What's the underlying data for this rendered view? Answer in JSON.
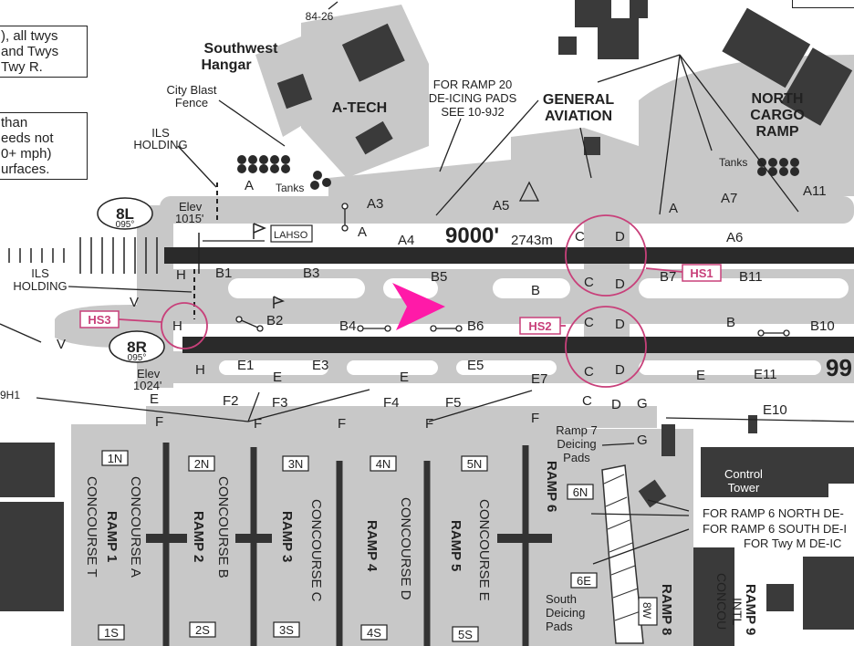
{
  "notes": {
    "note1": [
      "), all twys",
      "and Twys",
      "Twy R."
    ],
    "note2": [
      "than",
      "eeds not",
      "0+ mph)",
      "urfaces."
    ]
  },
  "runways": {
    "r8l_label": "8L",
    "r8l_heading": "095°",
    "r8l_elev_label": "Elev",
    "r8l_elev": "1015'",
    "r8r_label": "8R",
    "r8r_heading": "095°",
    "r8r_elev_label": "Elev",
    "r8r_elev": "1024'",
    "length_ft": "9000'",
    "length_m": "2743m",
    "right_edge": "99",
    "lahso": "LAHSO"
  },
  "hotspots": [
    "HS1",
    "HS2",
    "HS3"
  ],
  "areas": {
    "southwest_hangar": [
      "Southwest",
      "Hangar"
    ],
    "city_blast_fence": [
      "City Blast",
      "Fence"
    ],
    "atech": "A-TECH",
    "ramp20_note": [
      "FOR RAMP 20",
      "DE-ICING PADS",
      "SEE 10-9J2"
    ],
    "general_aviation": [
      "GENERAL",
      "AVIATION"
    ],
    "north_cargo": [
      "NORTH",
      "CARGO",
      "RAMP"
    ],
    "tanks": "Tanks",
    "ils_holding": [
      "ILS",
      "HOLDING"
    ],
    "ref_8426": "84-26",
    "ref_9h1": "9H1",
    "ramp7_deicing": [
      "Ramp 7",
      "Deicing",
      "Pads"
    ],
    "control_tower": [
      "Control",
      "Tower"
    ],
    "ramp6_notes": [
      "FOR RAMP 6 NORTH DE-",
      "FOR RAMP 6 SOUTH DE-I",
      "FOR Twy M DE-IC"
    ],
    "south_deicing": [
      "South",
      "Deicing",
      "Pads"
    ],
    "ramp8": "RAMP 8",
    "ramp9": "RAMP 9",
    "intl": "INTL",
    "concou": "CONCOU"
  },
  "taxiways": [
    "A",
    "A3",
    "A4",
    "A5",
    "A6",
    "A7",
    "A11",
    "B",
    "B1",
    "B2",
    "B3",
    "B4",
    "B5",
    "B6",
    "B7",
    "B10",
    "B11",
    "C",
    "D",
    "E",
    "E1",
    "E3",
    "E5",
    "E7",
    "E10",
    "E11",
    "F",
    "F2",
    "F3",
    "F4",
    "F5",
    "G",
    "H",
    "V"
  ],
  "ramps": [
    {
      "name": "RAMP 1",
      "concourse_left": "CONCOURSE T",
      "concourse_right": "CONCOURSE A",
      "north": "1N",
      "south": "1S"
    },
    {
      "name": "RAMP 2",
      "concourse_right": "CONCOURSE B",
      "north": "2N",
      "south": "2S"
    },
    {
      "name": "RAMP 3",
      "concourse_right": "CONCOURSE C",
      "north": "3N",
      "south": "3S"
    },
    {
      "name": "RAMP 4",
      "concourse_right": "CONCOURSE D",
      "north": "4N",
      "south": "4S"
    },
    {
      "name": "RAMP 5",
      "concourse_right": "CONCOURSE E",
      "north": "5N",
      "south": "5S"
    },
    {
      "name": "RAMP 6",
      "north": "6N",
      "east": "6E"
    },
    {
      "name": "RAMP 8",
      "west": "8W"
    }
  ],
  "colors": {
    "pavement": "#c8c8c8",
    "building": "#3a3a3a",
    "runway": "#2a2a2a",
    "hotspot": "#c8407a",
    "arrow": "#ff1aa8"
  }
}
